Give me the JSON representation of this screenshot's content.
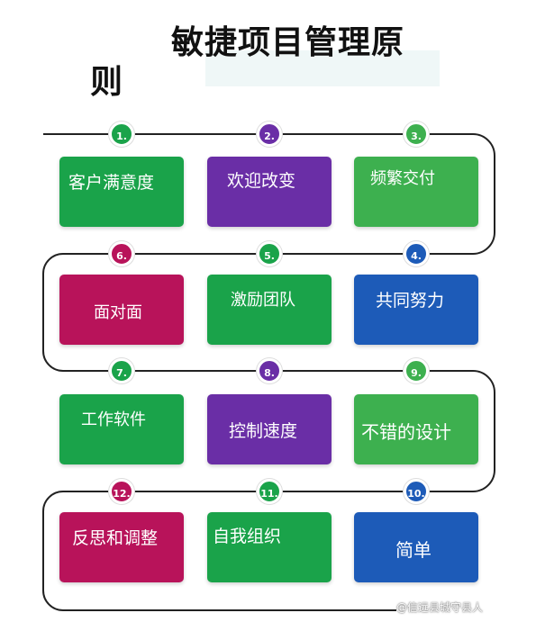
{
  "title": "敏捷项目管理原则",
  "title_line1": "敏捷项目管理原",
  "title_line2": "则",
  "colors": {
    "green": "#1aa34a",
    "purple": "#6a2ea6",
    "light_green": "#3db04f",
    "crimson": "#b8135a",
    "blue": "#1d5bb8",
    "path": "#222222"
  },
  "principles": [
    {
      "num": "1.",
      "label": "客户满意度"
    },
    {
      "num": "2.",
      "label": "欢迎改变"
    },
    {
      "num": "3.",
      "label": "频繁交付"
    },
    {
      "num": "4.",
      "label": "共同努力"
    },
    {
      "num": "5.",
      "label": "激励团队"
    },
    {
      "num": "6.",
      "label": "面对面"
    },
    {
      "num": "7.",
      "label": "工作软件"
    },
    {
      "num": "8.",
      "label": "控制速度"
    },
    {
      "num": "9.",
      "label": "不错的设计"
    },
    {
      "num": "10.",
      "label": "简单"
    },
    {
      "num": "11.",
      "label": "自我组织"
    },
    {
      "num": "12.",
      "label": "反思和调整"
    }
  ],
  "watermark": "@信远县城守县人"
}
